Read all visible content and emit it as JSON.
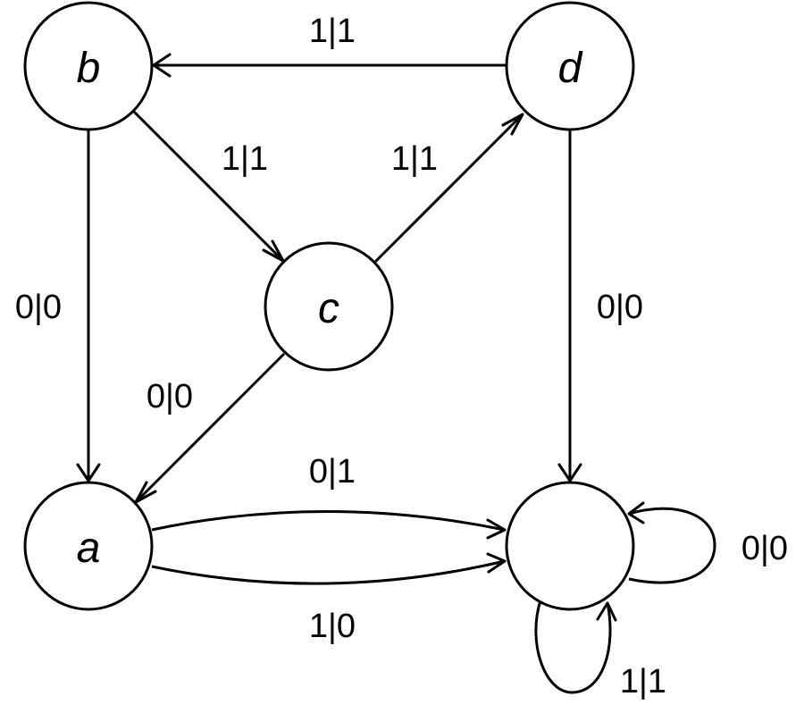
{
  "nodes": {
    "b": "b",
    "d": "d",
    "c": "c",
    "a": "a",
    "unnamed": ""
  },
  "edges": {
    "d_to_b": "1|1",
    "b_to_c": "1|1",
    "c_to_d": "1|1",
    "b_to_a": "0|0",
    "d_to_sink": "0|0",
    "c_to_a": "0|0",
    "a_to_sink_top": "0|1",
    "a_to_sink_bottom": "1|0",
    "sink_self_right": "0|0",
    "sink_self_bottom": "1|1"
  },
  "colors": {
    "stroke": "#000000",
    "background": "#ffffff"
  }
}
